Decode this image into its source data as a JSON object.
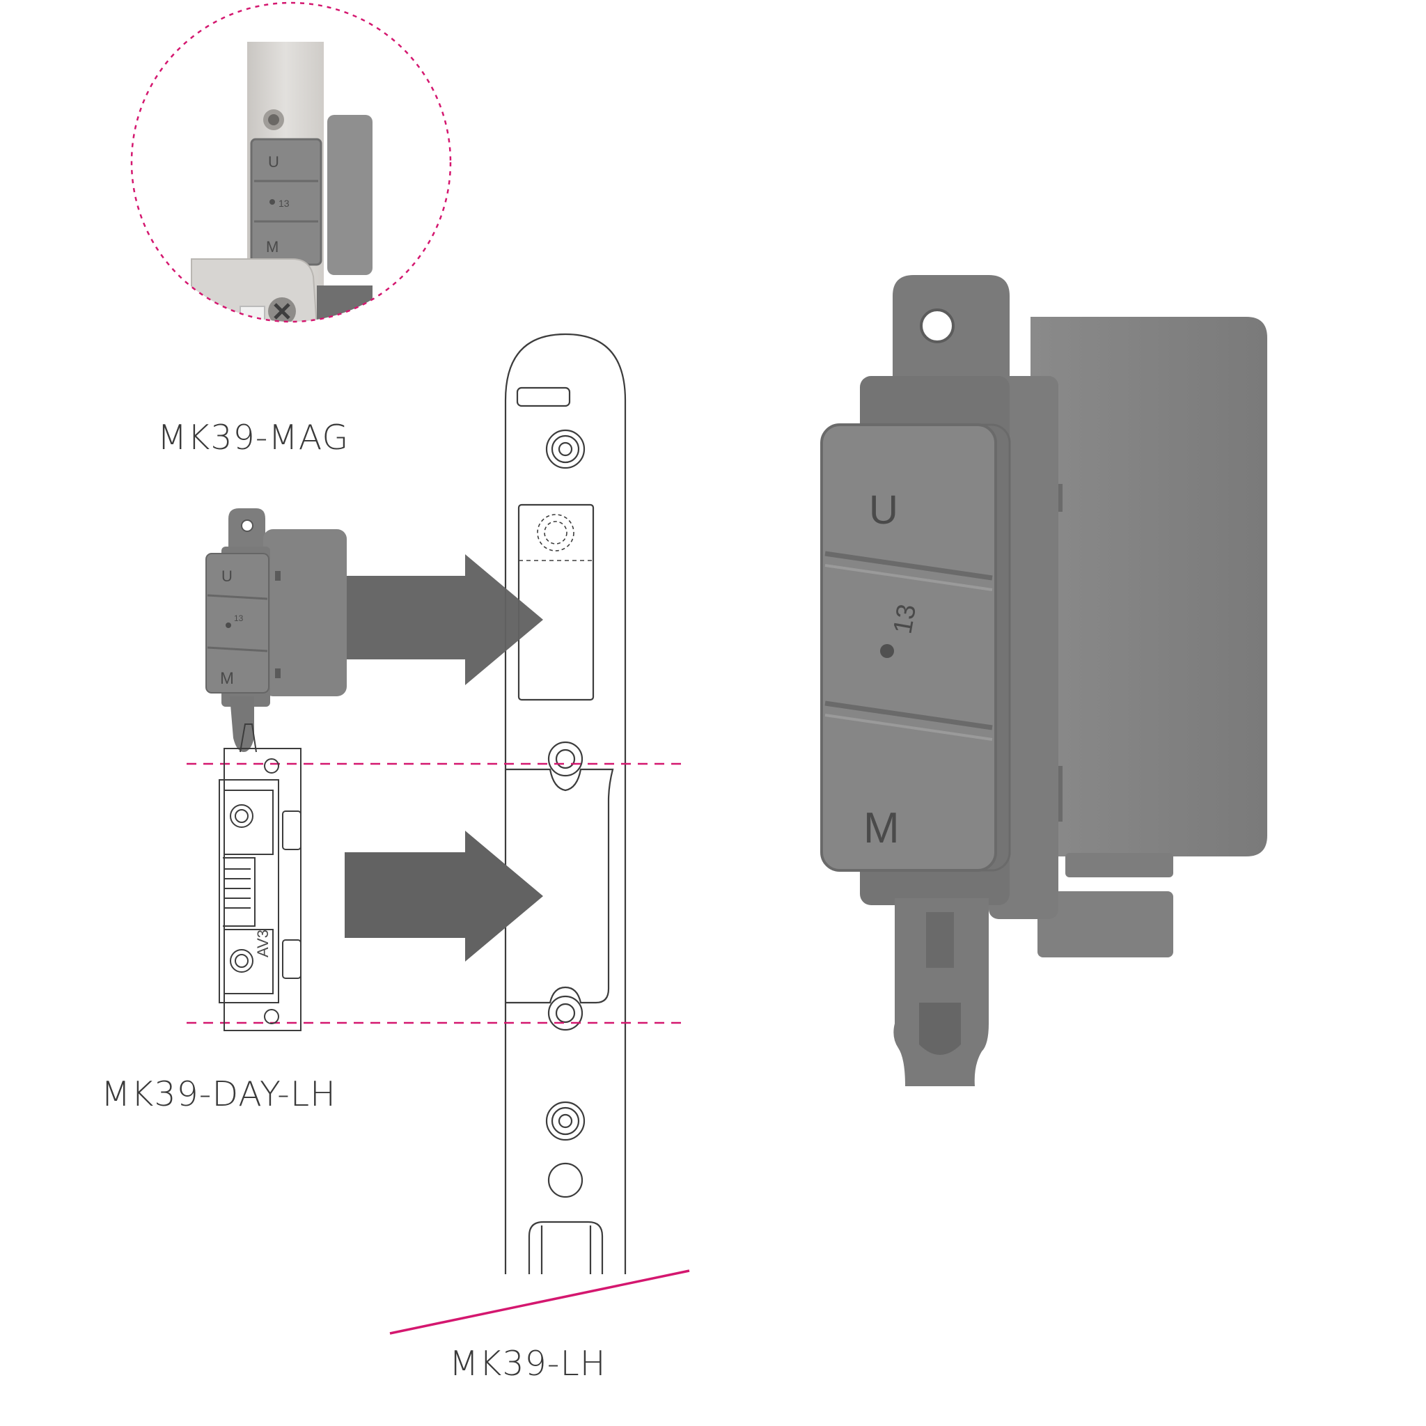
{
  "labels": {
    "mag": "MK39-MAG",
    "day": "MK39-DAY-LH",
    "lh": "MK39-LH"
  },
  "module_markings": {
    "top": "U",
    "number": "13",
    "bottom": "M"
  },
  "av_marking": "AV3",
  "colors": {
    "accent": "#d4176f",
    "module_gray": "#7b7b7b",
    "arrow_gray": "#626262",
    "steel": "#d8d6d3",
    "av_blue": "#36a9cf"
  }
}
